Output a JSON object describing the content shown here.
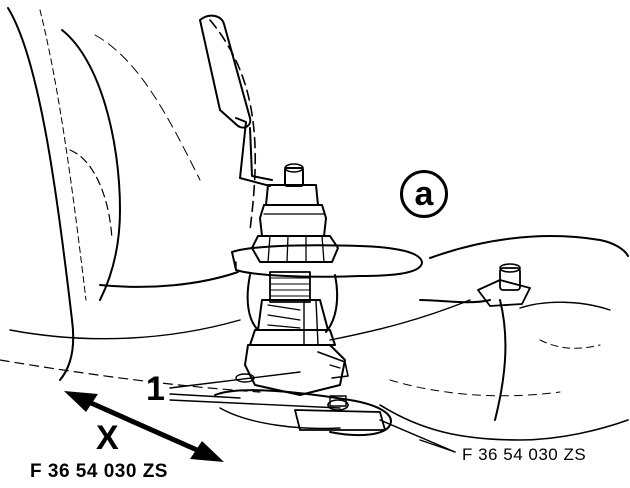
{
  "figure": {
    "callout_label": "a",
    "part_label": "1",
    "view_label": "X",
    "code_left": "F 36 54 030 ZS",
    "code_right": "F 36 54 030 ZS"
  },
  "icons": [
    "shift-lever-icon",
    "direction-arrow-icon",
    "circle-callout-icon"
  ],
  "colors": {
    "ink": "#000000",
    "paper": "#ffffff"
  }
}
